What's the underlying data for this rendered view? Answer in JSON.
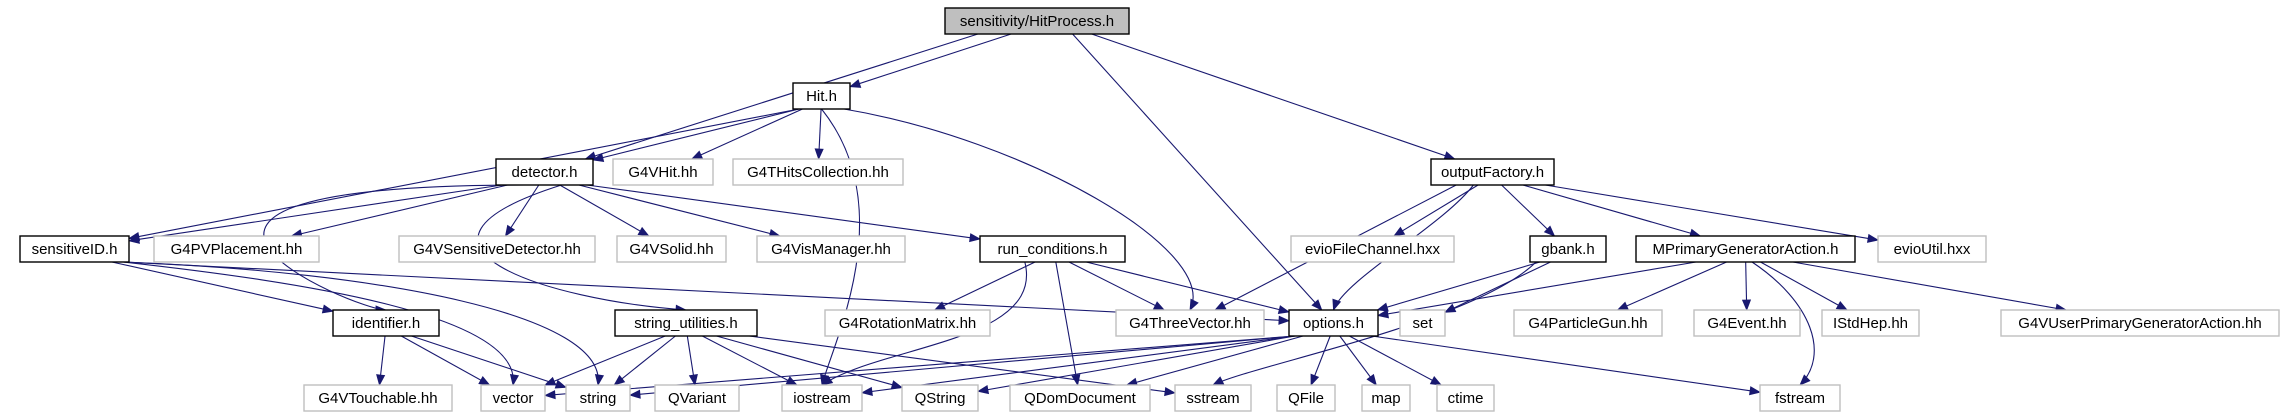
{
  "colors": {
    "edge": "#191970",
    "root_fill": "#bfbfbf",
    "root_border": "#000000",
    "file_border": "#000000",
    "file_fill": "#ffffff",
    "external_border": "#bfbfbf",
    "external_fill": "#ffffff",
    "text": "#000000"
  },
  "nodes": [
    {
      "id": "HitProcess_h",
      "label": "sensitivity/HitProcess.h",
      "kind": "root"
    },
    {
      "id": "Hit_h",
      "label": "Hit.h",
      "kind": "file"
    },
    {
      "id": "outputFactory_h",
      "label": "outputFactory.h",
      "kind": "file"
    },
    {
      "id": "detector_h",
      "label": "detector.h",
      "kind": "file"
    },
    {
      "id": "G4VHit_hh",
      "label": "G4VHit.hh",
      "kind": "external"
    },
    {
      "id": "G4THitsCollection_hh",
      "label": "G4THitsCollection.hh",
      "kind": "external"
    },
    {
      "id": "sensitiveID_h",
      "label": "sensitiveID.h",
      "kind": "file"
    },
    {
      "id": "G4PVPlacement_hh",
      "label": "G4PVPlacement.hh",
      "kind": "external"
    },
    {
      "id": "G4VSensitiveDetector_hh",
      "label": "G4VSensitiveDetector.hh",
      "kind": "external"
    },
    {
      "id": "G4VSolid_hh",
      "label": "G4VSolid.hh",
      "kind": "external"
    },
    {
      "id": "G4VisManager_hh",
      "label": "G4VisManager.hh",
      "kind": "external"
    },
    {
      "id": "run_conditions_h",
      "label": "run_conditions.h",
      "kind": "file"
    },
    {
      "id": "evioFileChannel_hxx",
      "label": "evioFileChannel.hxx",
      "kind": "external"
    },
    {
      "id": "gbank_h",
      "label": "gbank.h",
      "kind": "file"
    },
    {
      "id": "MPrimaryGeneratorAction_h",
      "label": "MPrimaryGeneratorAction.h",
      "kind": "file"
    },
    {
      "id": "evioUtil_hxx",
      "label": "evioUtil.hxx",
      "kind": "external"
    },
    {
      "id": "identifier_h",
      "label": "identifier.h",
      "kind": "file"
    },
    {
      "id": "string_utilities_h",
      "label": "string_utilities.h",
      "kind": "file"
    },
    {
      "id": "G4RotationMatrix_hh",
      "label": "G4RotationMatrix.hh",
      "kind": "external"
    },
    {
      "id": "G4ThreeVector_hh",
      "label": "G4ThreeVector.hh",
      "kind": "external"
    },
    {
      "id": "options_h",
      "label": "options.h",
      "kind": "file"
    },
    {
      "id": "set",
      "label": "set",
      "kind": "external"
    },
    {
      "id": "G4ParticleGun_hh",
      "label": "G4ParticleGun.hh",
      "kind": "external"
    },
    {
      "id": "G4Event_hh",
      "label": "G4Event.hh",
      "kind": "external"
    },
    {
      "id": "IStdHep_hh",
      "label": "IStdHep.hh",
      "kind": "external"
    },
    {
      "id": "G4VUserPrimaryGeneratorAction_hh",
      "label": "G4VUserPrimaryGeneratorAction.hh",
      "kind": "external"
    },
    {
      "id": "G4VTouchable_hh",
      "label": "G4VTouchable.hh",
      "kind": "external"
    },
    {
      "id": "vector",
      "label": "vector",
      "kind": "external"
    },
    {
      "id": "string",
      "label": "string",
      "kind": "external"
    },
    {
      "id": "QVariant",
      "label": "QVariant",
      "kind": "external"
    },
    {
      "id": "iostream",
      "label": "iostream",
      "kind": "external"
    },
    {
      "id": "QString",
      "label": "QString",
      "kind": "external"
    },
    {
      "id": "QDomDocument",
      "label": "QDomDocument",
      "kind": "external"
    },
    {
      "id": "sstream",
      "label": "sstream",
      "kind": "external"
    },
    {
      "id": "QFile",
      "label": "QFile",
      "kind": "external"
    },
    {
      "id": "map",
      "label": "map",
      "kind": "external"
    },
    {
      "id": "ctime",
      "label": "ctime",
      "kind": "external"
    },
    {
      "id": "fstream",
      "label": "fstream",
      "kind": "external"
    }
  ],
  "edges": [
    [
      "HitProcess_h",
      "Hit_h"
    ],
    [
      "HitProcess_h",
      "detector_h"
    ],
    [
      "HitProcess_h",
      "outputFactory_h"
    ],
    [
      "HitProcess_h",
      "options_h"
    ],
    [
      "Hit_h",
      "detector_h"
    ],
    [
      "Hit_h",
      "G4VHit_hh"
    ],
    [
      "Hit_h",
      "G4THitsCollection_hh"
    ],
    [
      "Hit_h",
      "sensitiveID_h"
    ],
    [
      "Hit_h",
      "G4ThreeVector_hh"
    ],
    [
      "Hit_h",
      "iostream"
    ],
    [
      "detector_h",
      "sensitiveID_h"
    ],
    [
      "detector_h",
      "G4PVPlacement_hh"
    ],
    [
      "detector_h",
      "G4VSensitiveDetector_hh"
    ],
    [
      "detector_h",
      "G4VSolid_hh"
    ],
    [
      "detector_h",
      "G4VisManager_hh"
    ],
    [
      "detector_h",
      "run_conditions_h"
    ],
    [
      "detector_h",
      "identifier_h"
    ],
    [
      "detector_h",
      "string_utilities_h"
    ],
    [
      "sensitiveID_h",
      "identifier_h"
    ],
    [
      "sensitiveID_h",
      "options_h"
    ],
    [
      "sensitiveID_h",
      "vector"
    ],
    [
      "sensitiveID_h",
      "string"
    ],
    [
      "run_conditions_h",
      "G4RotationMatrix_hh"
    ],
    [
      "run_conditions_h",
      "G4ThreeVector_hh"
    ],
    [
      "run_conditions_h",
      "options_h"
    ],
    [
      "run_conditions_h",
      "iostream"
    ],
    [
      "run_conditions_h",
      "QDomDocument"
    ],
    [
      "outputFactory_h",
      "G4ThreeVector_hh"
    ],
    [
      "outputFactory_h",
      "evioFileChannel_hxx"
    ],
    [
      "outputFactory_h",
      "options_h"
    ],
    [
      "outputFactory_h",
      "gbank_h"
    ],
    [
      "outputFactory_h",
      "MPrimaryGeneratorAction_h"
    ],
    [
      "outputFactory_h",
      "evioUtil_hxx"
    ],
    [
      "gbank_h",
      "options_h"
    ],
    [
      "gbank_h",
      "set"
    ],
    [
      "gbank_h",
      "sstream"
    ],
    [
      "MPrimaryGeneratorAction_h",
      "options_h"
    ],
    [
      "MPrimaryGeneratorAction_h",
      "G4ParticleGun_hh"
    ],
    [
      "MPrimaryGeneratorAction_h",
      "G4Event_hh"
    ],
    [
      "MPrimaryGeneratorAction_h",
      "IStdHep_hh"
    ],
    [
      "MPrimaryGeneratorAction_h",
      "G4VUserPrimaryGeneratorAction_hh"
    ],
    [
      "MPrimaryGeneratorAction_h",
      "fstream"
    ],
    [
      "identifier_h",
      "G4VTouchable_hh"
    ],
    [
      "identifier_h",
      "vector"
    ],
    [
      "identifier_h",
      "string"
    ],
    [
      "string_utilities_h",
      "vector"
    ],
    [
      "string_utilities_h",
      "string"
    ],
    [
      "string_utilities_h",
      "QVariant"
    ],
    [
      "string_utilities_h",
      "iostream"
    ],
    [
      "string_utilities_h",
      "QString"
    ],
    [
      "string_utilities_h",
      "sstream"
    ],
    [
      "options_h",
      "vector"
    ],
    [
      "options_h",
      "string"
    ],
    [
      "options_h",
      "iostream"
    ],
    [
      "options_h",
      "QString"
    ],
    [
      "options_h",
      "QDomDocument"
    ],
    [
      "options_h",
      "QFile"
    ],
    [
      "options_h",
      "map"
    ],
    [
      "options_h",
      "ctime"
    ],
    [
      "options_h",
      "fstream"
    ]
  ]
}
